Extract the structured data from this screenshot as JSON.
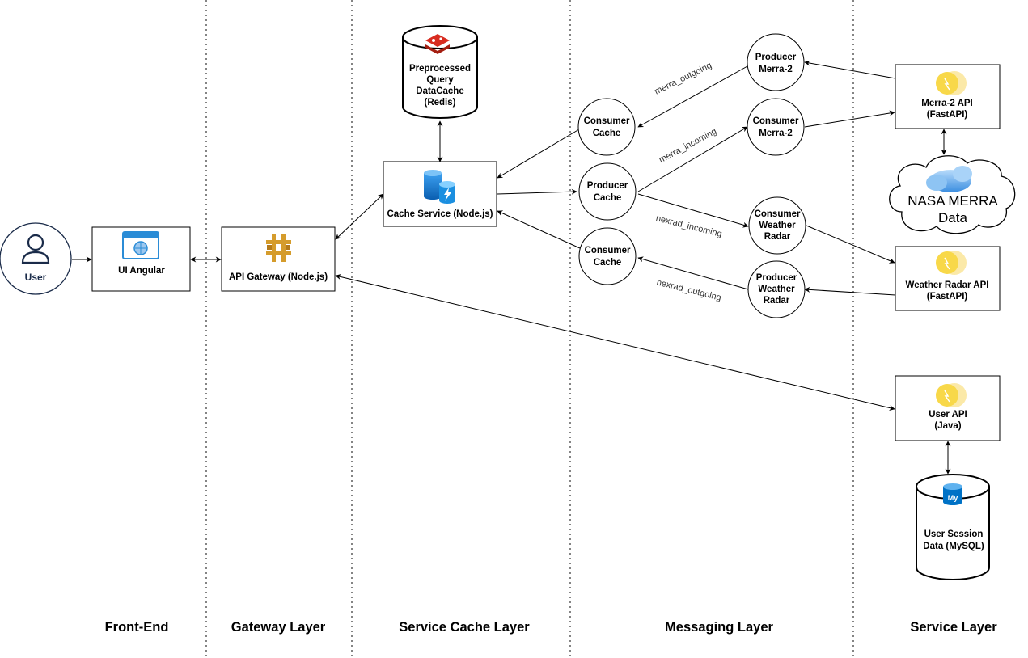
{
  "layers": {
    "front_end": "Front-End",
    "gateway": "Gateway Layer",
    "service_cache": "Service Cache Layer",
    "messaging": "Messaging Layer",
    "service": "Service Layer"
  },
  "nodes": {
    "user": "User",
    "ui_angular": "UI Angular",
    "api_gateway": "API Gateway (Node.js)",
    "cache_service": "Cache Service (Node.js)",
    "redis": [
      "Preprocessed",
      "Query",
      "DataCache",
      "(Redis)"
    ],
    "consumer_cache_top": [
      "Consumer",
      "Cache"
    ],
    "producer_cache": [
      "Producer",
      "Cache"
    ],
    "consumer_cache_bottom": [
      "Consumer",
      "Cache"
    ],
    "producer_merra2": [
      "Producer",
      "Merra-2"
    ],
    "consumer_merra2": [
      "Consumer",
      "Merra-2"
    ],
    "consumer_radar": [
      "Consumer",
      "Weather",
      "Radar"
    ],
    "producer_radar": [
      "Producer",
      "Weather",
      "Radar"
    ],
    "merra_api": [
      "Merra-2 API",
      "(FastAPI)"
    ],
    "nasa_cloud": [
      "NASA MERRA",
      "Data"
    ],
    "radar_api": [
      "Weather Radar API",
      "(FastAPI)"
    ],
    "user_api": [
      "User API",
      "(Java)"
    ],
    "mysql": [
      "User Session",
      "Data (MySQL)"
    ]
  },
  "edges": {
    "merra_outgoing": "merra_outgoing",
    "merra_incoming": "merra_incoming",
    "nexrad_incoming": "nexrad_incoming",
    "nexrad_outgoing": "nexrad_outgoing"
  },
  "colors": {
    "line": "#000000",
    "node_stroke": "#000000",
    "user_ring": "#1a2b49",
    "redis_red": "#d82c20",
    "azure_blue": "#0078d4",
    "gateway_gold": "#d59c2c",
    "fastapi_yellow": "#f8d849",
    "mysql_blue": "#0072c6",
    "cloud_blue": "#4f9ee8"
  }
}
